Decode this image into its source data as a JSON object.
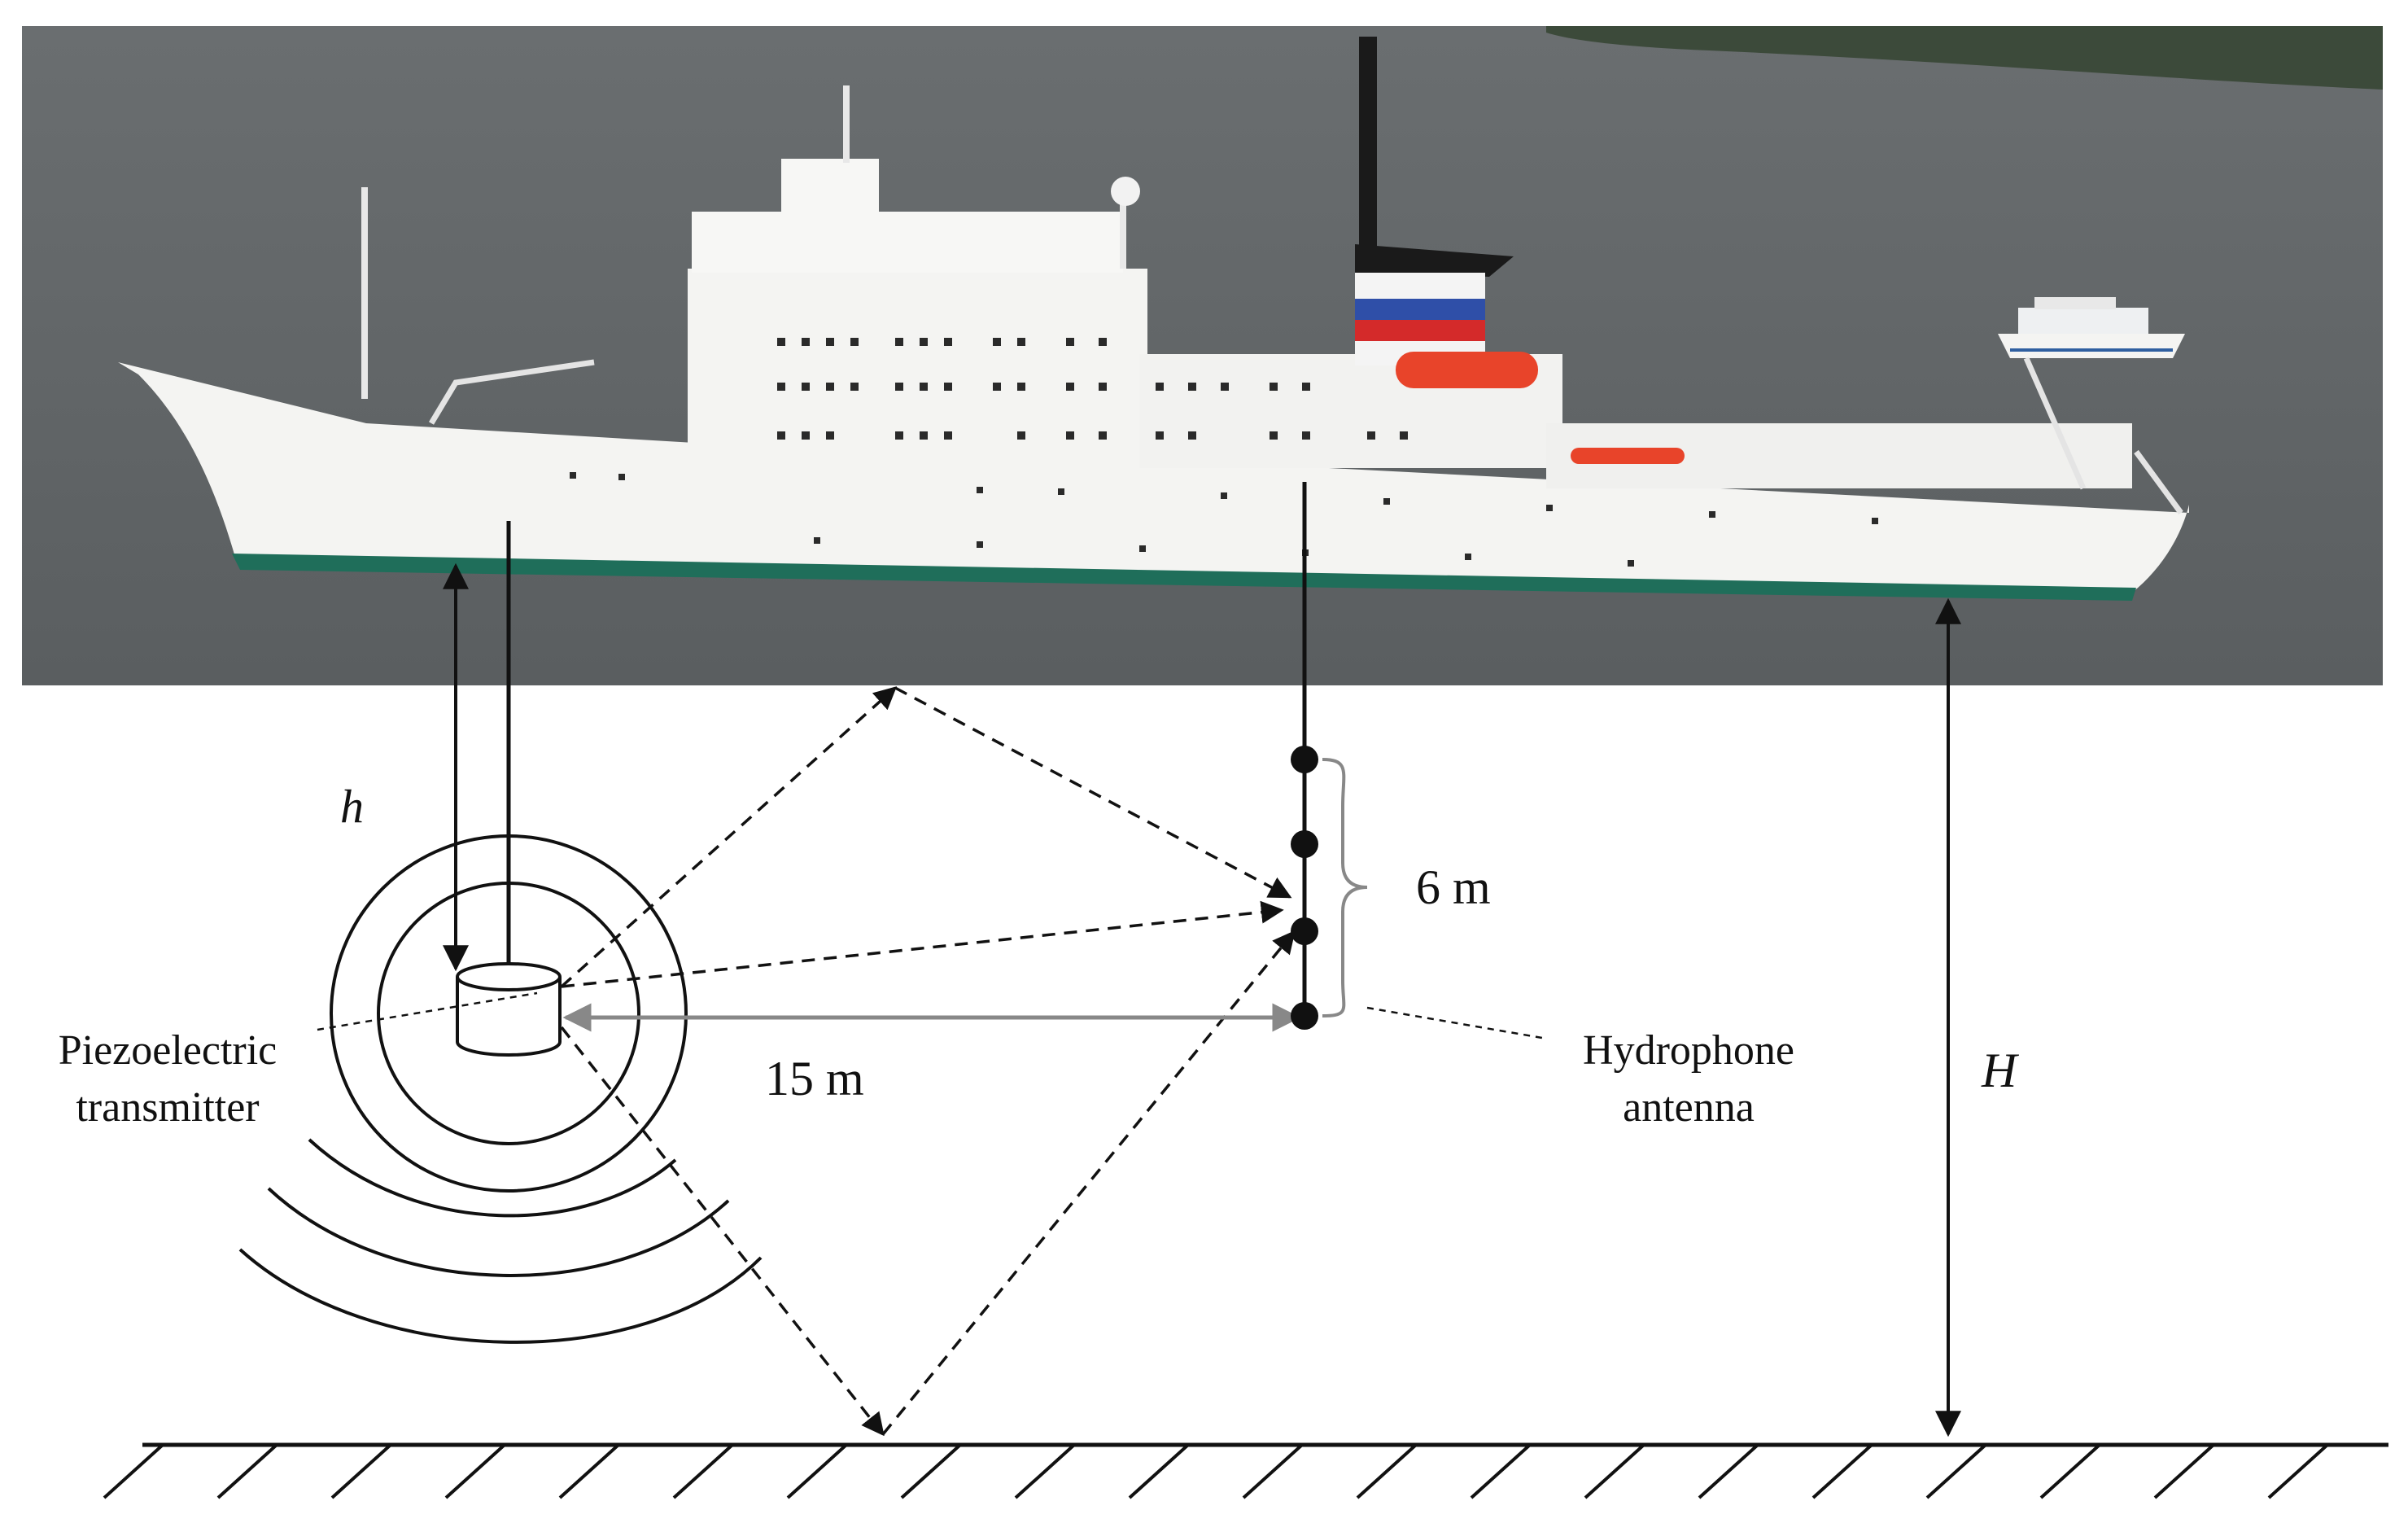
{
  "labels": {
    "h": "h",
    "six_m": "6 m",
    "fifteen_m": "15 m",
    "H": "H",
    "transmitter_line1": "Piezoelectric",
    "transmitter_line2": "transmitter",
    "antenna_line1": "Hydrophone",
    "antenna_line2": "antenna"
  },
  "hydrophone_count": 4,
  "colors": {
    "water": "#5f6366",
    "ship_hull": "#f4f4f2",
    "ship_stripe": "#1f6e5a",
    "flag_blue": "#2f4fa8",
    "flag_red": "#d42a2a",
    "lifeboat": "#e8442a",
    "funnel": "#1a1a1a",
    "shore": "#3c4a3a",
    "line": "#111111",
    "gray_arrow": "#888888"
  }
}
